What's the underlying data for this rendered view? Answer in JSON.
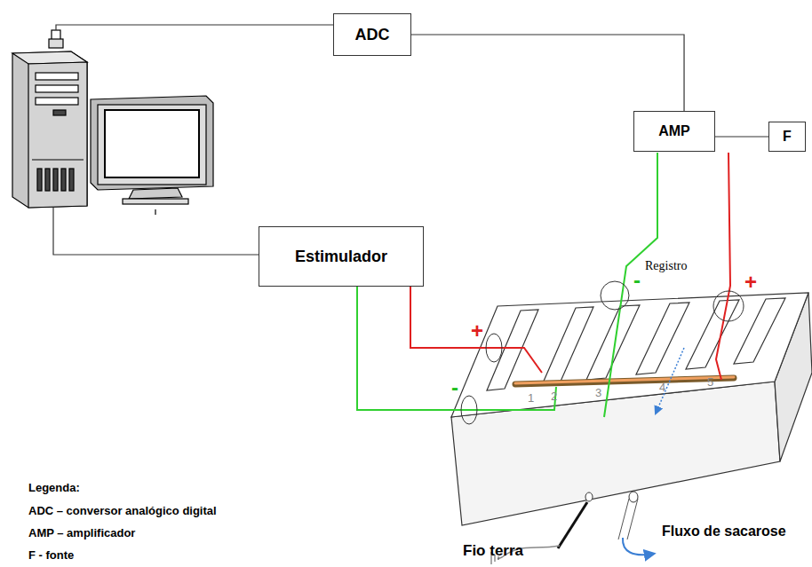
{
  "diagram": {
    "nodes": [
      {
        "text": [
          "ADC"
        ]
      },
      {
        "text": [
          "AMP"
        ]
      },
      {
        "text": [
          "F"
        ]
      },
      {
        "text": [
          "Estimulador"
        ]
      }
    ],
    "edges": [
      {
        "from": 0,
        "to": 1,
        "arrow": "none"
      },
      {
        "from": 1,
        "to": 2,
        "arrow": "none"
      }
    ],
    "labels": [
      "Registro",
      "-",
      "+",
      "+",
      "-",
      "1",
      "2",
      "3",
      "4",
      "5",
      "Fio terra",
      "Fluxo de sacarose",
      "Legenda:",
      "ADC – conversor analógico digital",
      "AMP – amplificador",
      "F - fonte"
    ]
  }
}
